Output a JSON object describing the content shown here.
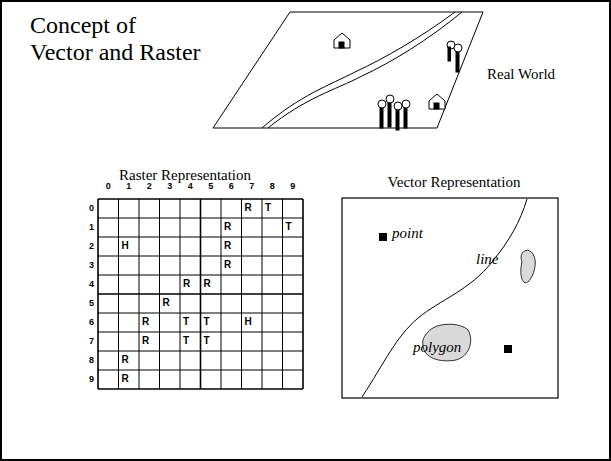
{
  "diagram": {
    "title": "Concept of Vector and Raster",
    "nodes": [
      {
        "text": [
          "Vector Representation",
          "point",
          "line",
          "polygon"
        ]
      }
    ],
    "labels": [
      "Real World",
      "Raster Representation",
      "0",
      "1",
      "2",
      "3",
      "4",
      "5",
      "6",
      "7",
      "8",
      "9",
      "0",
      "1",
      "2",
      "3",
      "4",
      "5",
      "6",
      "7",
      "8",
      "9",
      "R",
      "T",
      "R",
      "T",
      "H",
      "R",
      "R",
      "R",
      "R",
      "R",
      "R",
      "T",
      "T",
      "H",
      "R",
      "T",
      "T",
      "R",
      "R"
    ]
  }
}
